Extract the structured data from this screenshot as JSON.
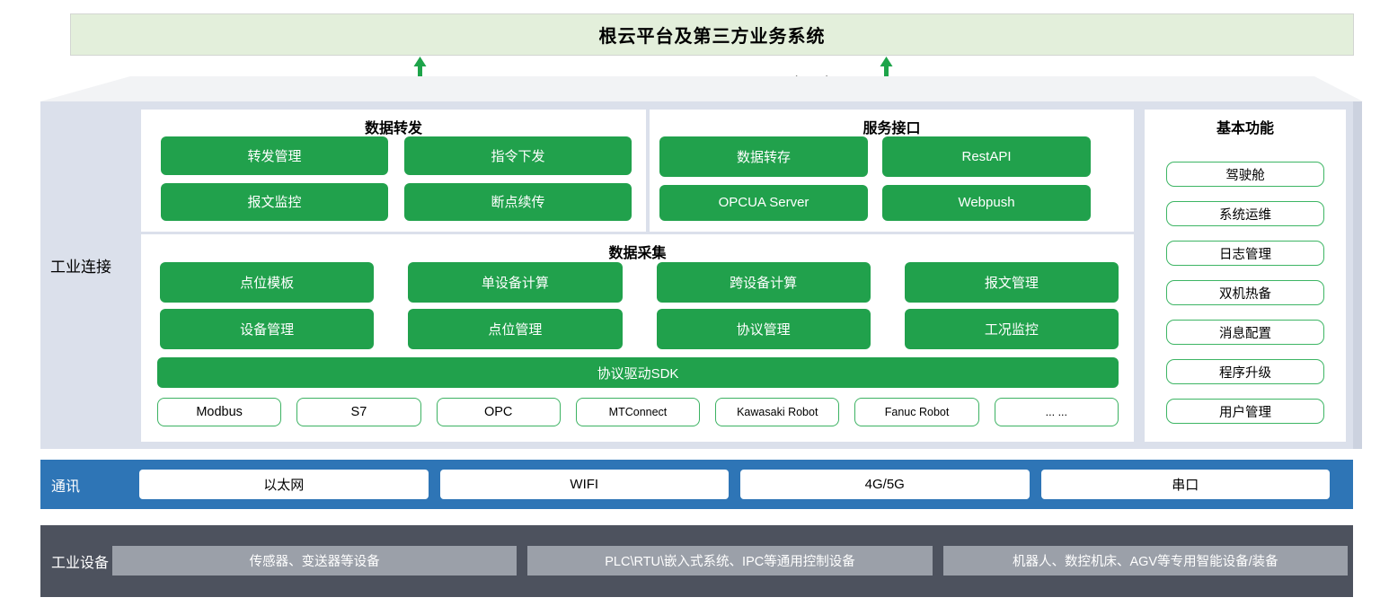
{
  "top_banner": {
    "title": "根云平台及第三方业务系统"
  },
  "connector": {
    "protocols_label": "MQTT , OPCUA Server， RestAPI、Webpush"
  },
  "industrial_connection": {
    "label": "工业连接",
    "data_forwarding": {
      "title": "数据转发",
      "buttons": [
        "转发管理",
        "指令下发",
        "报文监控",
        "断点续传"
      ]
    },
    "service_interface": {
      "title": "服务接口",
      "buttons": [
        "数据转存",
        "RestAPI",
        "OPCUA Server",
        "Webpush"
      ]
    },
    "data_collection": {
      "title": "数据采集",
      "buttons": [
        "点位模板",
        "单设备计算",
        "跨设备计算",
        "报文管理",
        "设备管理",
        "点位管理",
        "协议管理",
        "工况监控"
      ],
      "sdk_bar": "协议驱动SDK",
      "protocols": [
        "Modbus",
        "S7",
        "OPC",
        "MTConnect",
        "Kawasaki Robot",
        "Fanuc Robot",
        "... ..."
      ]
    },
    "basic_functions": {
      "title": "基本功能",
      "items": [
        "驾驶舱",
        "系统运维",
        "日志管理",
        "双机热备",
        "消息配置",
        "程序升级",
        "用户管理"
      ]
    }
  },
  "communication": {
    "label": "通讯",
    "items": [
      "以太网",
      "WIFI",
      "4G/5G",
      "串口"
    ]
  },
  "industrial_devices": {
    "label": "工业设备",
    "items": [
      "传感器、变送器等设备",
      "PLC\\RTU\\嵌入式系统、IPC等通用控制设备",
      "机器人、数控机床、AGV等专用智能设备/装备"
    ]
  },
  "colors": {
    "banner_green": "#e3efdb",
    "node_green": "#21a14c",
    "outline_green": "#3cb262",
    "body_gray_blue": "#dbe0eb",
    "comm_blue": "#2e75b6",
    "device_dark": "#4d525e",
    "device_gray": "#9ba0a9"
  }
}
